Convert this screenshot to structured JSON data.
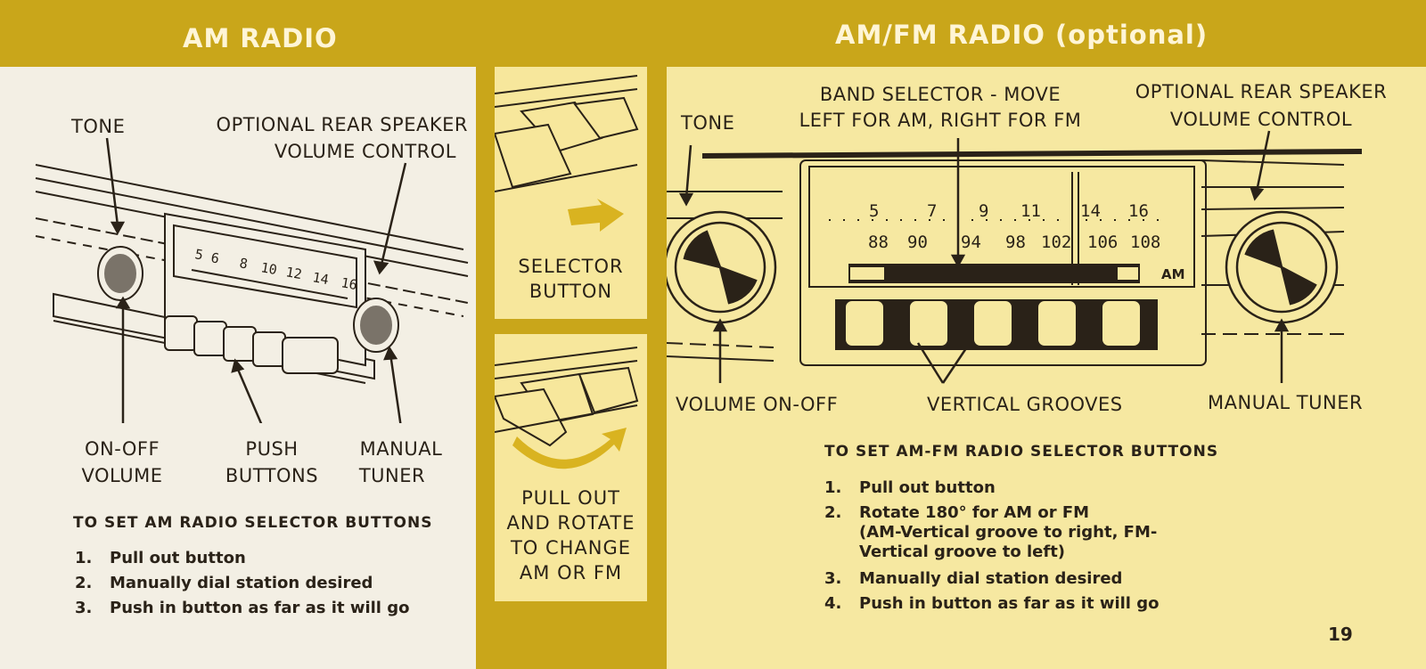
{
  "header": {
    "left_title": "AM RADIO",
    "right_title": "AM/FM RADIO (optional)"
  },
  "am_radio": {
    "labels": {
      "tone": "TONE",
      "rear_speaker_line1": "OPTIONAL REAR SPEAKER",
      "rear_speaker_line2": "VOLUME CONTROL",
      "on_off_line1": "ON-OFF",
      "on_off_line2": "VOLUME",
      "push_line1": "PUSH",
      "push_line2": "BUTTONS",
      "manual_line1": "MANUAL",
      "manual_line2": "TUNER"
    },
    "dial_numbers": [
      "5",
      "6",
      "8",
      "10",
      "12",
      "14",
      "16"
    ],
    "instructions_title": "TO SET AM RADIO SELECTOR BUTTONS",
    "steps": [
      {
        "num": "1.",
        "text": "Pull out button"
      },
      {
        "num": "2.",
        "text": "Manually dial station desired"
      },
      {
        "num": "3.",
        "text": "Push in button as far as it will go"
      }
    ]
  },
  "middle": {
    "selector_line1": "SELECTOR",
    "selector_line2": "BUTTON",
    "pull_line1": "PULL OUT",
    "pull_line2": "AND ROTATE",
    "pull_line3": "TO CHANGE",
    "pull_line4": "AM OR FM"
  },
  "amfm_radio": {
    "labels": {
      "band_line1": "BAND SELECTOR - MOVE",
      "band_line2": "LEFT FOR AM, RIGHT FOR FM",
      "tone": "TONE",
      "rear_speaker_line1": "OPTIONAL REAR SPEAKER",
      "rear_speaker_line2": "VOLUME CONTROL",
      "volume": "VOLUME ON-OFF",
      "grooves": "VERTICAL GROOVES",
      "manual": "MANUAL TUNER",
      "am_indicator": "AM"
    },
    "dial_am": [
      "5",
      "7",
      "9",
      "11",
      "14",
      "16"
    ],
    "dial_fm": [
      "88",
      "90",
      "94",
      "98",
      "102",
      "106",
      "108"
    ],
    "instructions_title": "TO SET AM-FM RADIO SELECTOR BUTTONS",
    "steps": [
      {
        "num": "1.",
        "text": "Pull out button"
      },
      {
        "num": "2.",
        "text": "Rotate 180° for AM or FM",
        "text2": "(AM-Vertical groove to right, FM-",
        "text3": "Vertical groove to left)"
      },
      {
        "num": "3.",
        "text": "Manually dial station desired"
      },
      {
        "num": "4.",
        "text": "Push in button as far as it will go"
      }
    ]
  },
  "page_number": "19",
  "colors": {
    "gold": "#c9a61a",
    "cream": "#f6e8a1",
    "paper": "#f3efe4",
    "ink": "#2a2218"
  }
}
